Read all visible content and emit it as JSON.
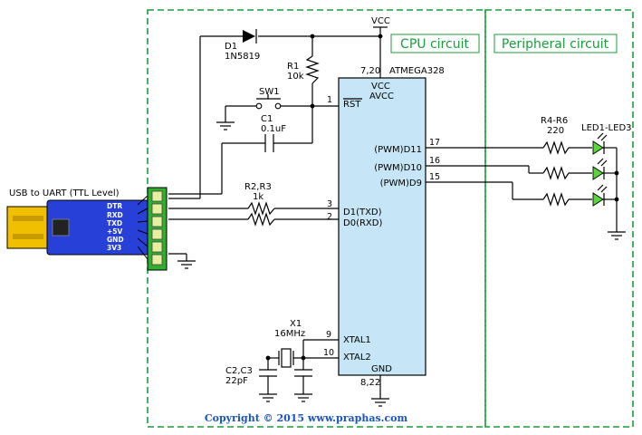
{
  "sections": {
    "cpu_title": "CPU circuit",
    "peripheral_title": "Peripheral circuit"
  },
  "usb": {
    "title": "USB to UART (TTL Level)",
    "pins": [
      "DTR",
      "RXD",
      "TXD",
      "+5V",
      "GND",
      "3V3"
    ]
  },
  "mcu": {
    "name": "ATMEGA328",
    "vcc_pins": "7,20",
    "gnd_pins": "8,22",
    "vcc": "VCC",
    "avcc": "AVCC",
    "rst": "RST",
    "d1": "D1(TXD)",
    "d0": "D0(RXD)",
    "pwm11": "(PWM)D11",
    "pwm10": "(PWM)D10",
    "pwm9": "(PWM)D9",
    "xtal1": "XTAL1",
    "xtal2": "XTAL2",
    "gnd": "GND",
    "pin1": "1",
    "pin3": "3",
    "pin2": "2",
    "pin17": "17",
    "pin16": "16",
    "pin15": "15",
    "pin9": "9",
    "pin10": "10"
  },
  "power": {
    "vcc_label": "VCC"
  },
  "components": {
    "d1_ref": "D1",
    "d1_val": "1N5819",
    "r1_ref": "R1",
    "r1_val": "10k",
    "sw1_ref": "SW1",
    "c1_ref": "C1",
    "c1_val": "0.1uF",
    "r23_ref": "R2,R3",
    "r23_val": "1k",
    "r46_ref": "R4-R6",
    "r46_val": "220",
    "leds_ref": "LED1-LED3",
    "x1_ref": "X1",
    "x1_val": "16MHz",
    "c23_ref": "C2,C3",
    "c23_val": "22pF"
  },
  "copyright": "Copyright © 2015 www.praphas.com",
  "colors": {
    "section_border": "#1a9c3c",
    "mcu_fill": "#c6e6f7",
    "usb_body": "#2640d8",
    "usb_plug": "#f0c000",
    "header_green": "#2fae2f",
    "led_green": "#5ad63a",
    "copyright": "#1a54c8"
  }
}
